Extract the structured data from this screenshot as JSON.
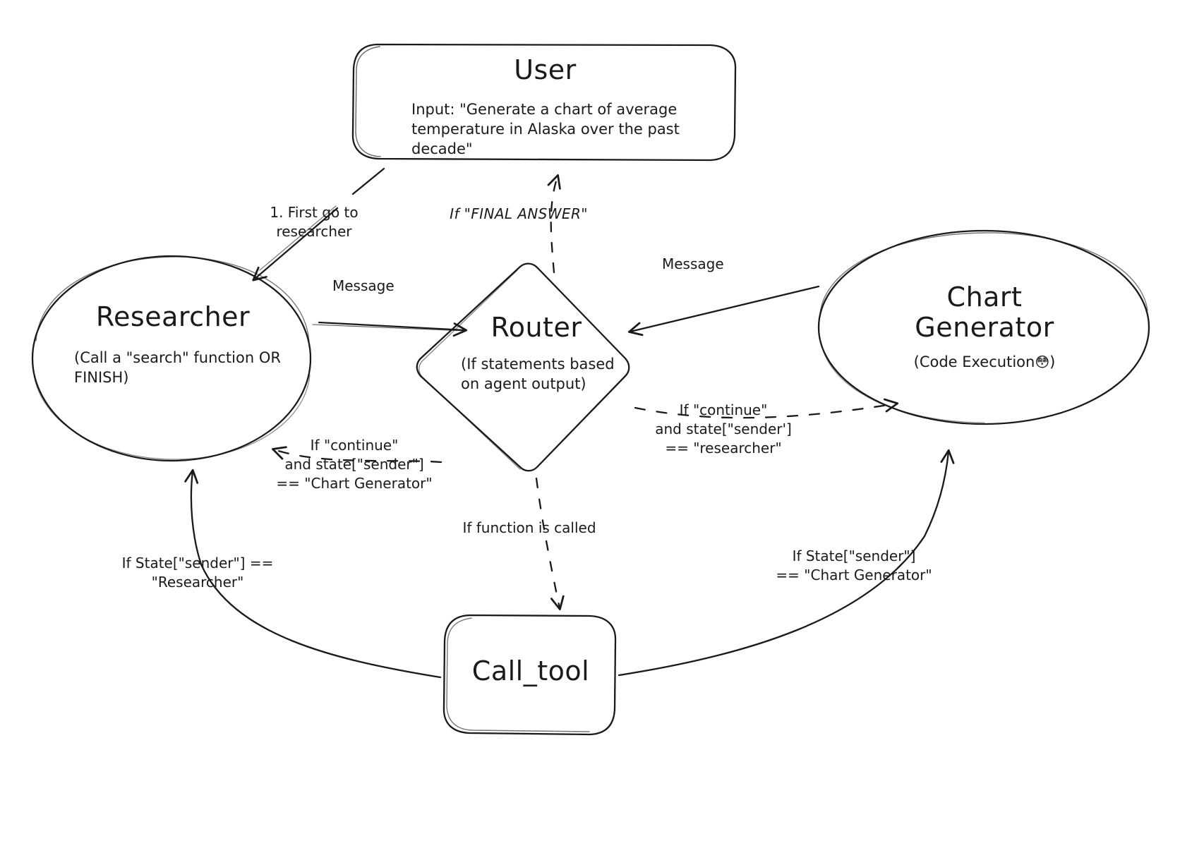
{
  "diagram": {
    "title": "Multi-agent collaboration graph",
    "nodes": [
      {
        "id": "user",
        "shape": "rounded-rectangle",
        "title": "User",
        "subtitle": "Input: \"Generate a chart of\naverage temperature in Alaska\nover the past decade\""
      },
      {
        "id": "researcher",
        "shape": "ellipse",
        "title": "Researcher",
        "subtitle": "(Call a \"search\" function\nOR FINISH)"
      },
      {
        "id": "router",
        "shape": "diamond",
        "title": "Router",
        "subtitle": "(If statements\nbased on agent\noutput)"
      },
      {
        "id": "chart-generator",
        "shape": "ellipse",
        "title": "Chart\nGenerator",
        "subtitle": "(Code Execution",
        "subtitle_emoji": "😳",
        "subtitle_tail": ")"
      },
      {
        "id": "call-tool",
        "shape": "rounded-rectangle",
        "title": "Call_tool",
        "subtitle": ""
      }
    ],
    "edges": [
      {
        "id": "user-to-researcher",
        "from": "user",
        "to": "researcher",
        "style": "solid",
        "label": "1. First go to\nresearcher"
      },
      {
        "id": "router-to-user",
        "from": "router",
        "to": "user",
        "style": "dashed",
        "label": "If \"FINAL ANSWER\""
      },
      {
        "id": "researcher-to-router",
        "from": "researcher",
        "to": "router",
        "style": "solid",
        "label": "Message"
      },
      {
        "id": "chart-generator-to-router",
        "from": "chart-generator",
        "to": "router",
        "style": "solid",
        "label": "Message"
      },
      {
        "id": "router-to-researcher",
        "from": "router",
        "to": "researcher",
        "style": "dashed",
        "label": "If \"continue\"\nand state[\"sender\"]\n== \"Chart Generator\""
      },
      {
        "id": "router-to-chart-generator",
        "from": "router",
        "to": "chart-generator",
        "style": "dashed",
        "label": "If \"continue\"\nand state[\"sender']\n== \"researcher\""
      },
      {
        "id": "router-to-call-tool",
        "from": "router",
        "to": "call-tool",
        "style": "dashed",
        "label": "If function is called"
      },
      {
        "id": "call-tool-to-researcher",
        "from": "call-tool",
        "to": "researcher",
        "style": "solid",
        "label": "If State[\"sender\"] ==\n\"Researcher\""
      },
      {
        "id": "call-tool-to-chart-generator",
        "from": "call-tool",
        "to": "chart-generator",
        "style": "solid",
        "label": "If State[\"sender\"]\n== \"Chart Generator\""
      }
    ],
    "colors": {
      "stroke": "#1a1a1a",
      "text": "#1a1a1a",
      "background": "#ffffff"
    }
  }
}
